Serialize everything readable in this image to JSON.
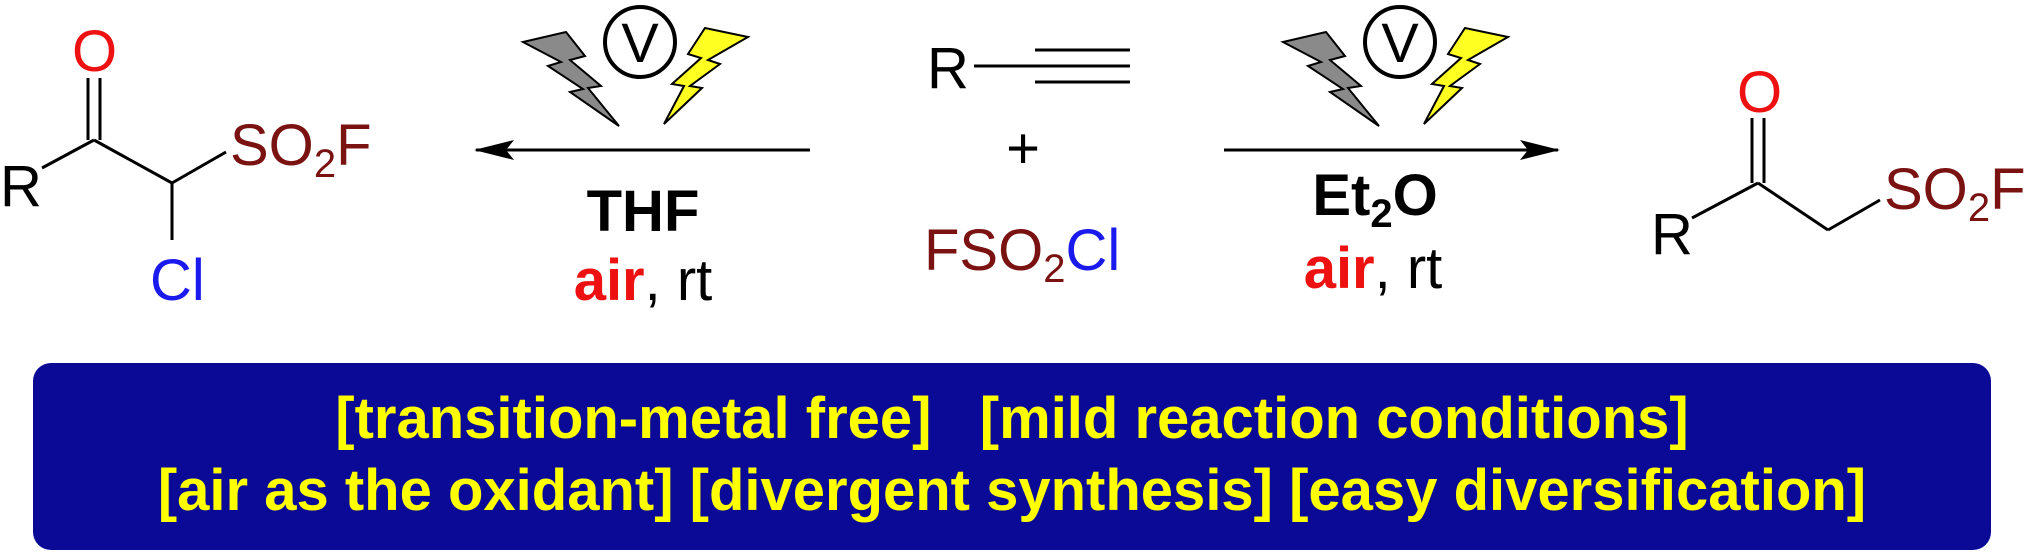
{
  "colors": {
    "oxygen": "#ee1111",
    "sulfonyl": "#7a1212",
    "chlorine": "#1a1aee",
    "bond": "#000000",
    "air": "#ee1111",
    "bolt_dark": "#8a8a8a",
    "bolt_light": "#ffff22",
    "banner_bg": "#0a0a96",
    "banner_text": "#ffff00"
  },
  "icons": {
    "left_light_bolt": "lightning-bolt-grey",
    "left_voltage": "voltage-circle-icon",
    "left_electric_bolt": "lightning-bolt-yellow",
    "right_light_bolt": "lightning-bolt-grey",
    "right_voltage": "voltage-circle-icon",
    "right_electric_bolt": "lightning-bolt-yellow"
  },
  "voltage_symbol": "V",
  "reactants": {
    "alkyne_R": "R",
    "plus": "+",
    "reagent": {
      "part1": "FSO",
      "sub": "2",
      "part2": "Cl"
    }
  },
  "left_product": {
    "O": "O",
    "R": "R",
    "sulfonyl": {
      "part1": "SO",
      "sub": "2",
      "part2": "F"
    },
    "Cl": "Cl"
  },
  "right_product": {
    "O": "O",
    "R": "R",
    "sulfonyl": {
      "part1": "SO",
      "sub": "2",
      "part2": "F"
    }
  },
  "left_conditions": {
    "solvent": "THF",
    "air": "air",
    "rest": ", rt"
  },
  "right_conditions": {
    "solvent_part1": "Et",
    "solvent_sub": "2",
    "solvent_part2": "O",
    "air": "air",
    "rest": ", rt"
  },
  "banner": {
    "line1": "[transition-metal free]   [mild reaction conditions]",
    "line2": "[air as the oxidant] [divergent synthesis] [easy diversification]"
  }
}
